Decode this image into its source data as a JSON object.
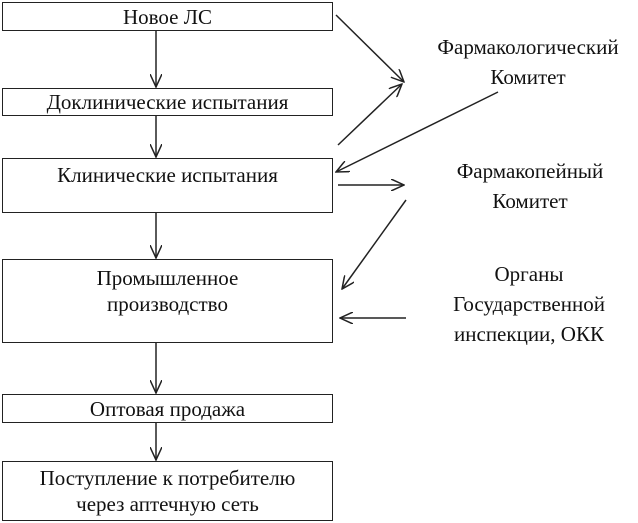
{
  "flow": {
    "steps": [
      {
        "label": "Новое ЛС"
      },
      {
        "label": "Доклинические испытания"
      },
      {
        "label": "Клинические испытания"
      },
      {
        "line1": "Промышленное",
        "line2": "производство"
      },
      {
        "label": "Оптовая продажа"
      },
      {
        "line1": "Поступление к потребителю",
        "line2": "через аптечную сеть"
      }
    ]
  },
  "agencies": {
    "pharmacological": {
      "line1": "Фармакологический",
      "line2": "Комитет"
    },
    "pharmacopoeia": {
      "line1": "Фармакопейный",
      "line2": "Комитет"
    },
    "inspection": {
      "line1": "Органы",
      "line2": "Государственной",
      "line3": "инспекции, ОКК"
    }
  }
}
